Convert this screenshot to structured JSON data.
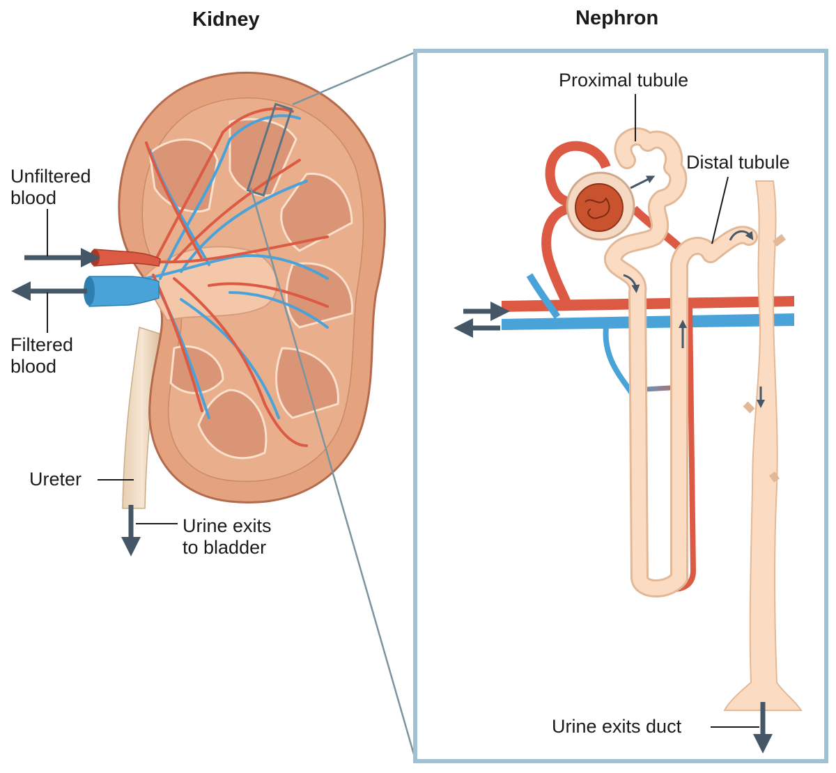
{
  "titles": {
    "left": "Kidney",
    "right": "Nephron"
  },
  "labels": {
    "unfiltered_blood": [
      "Unfiltered",
      "blood"
    ],
    "filtered_blood": [
      "Filtered",
      "blood"
    ],
    "ureter": "Ureter",
    "urine_exits_bladder": [
      "Urine exits",
      "to bladder"
    ],
    "proximal_tubule": "Proximal tubule",
    "distal_tubule": "Distal tubule",
    "urine_exits_duct": "Urine exits duct"
  },
  "colors": {
    "artery": "#dc5a44",
    "vein": "#4aa3d8",
    "kidney_tissue": "#e4a27e",
    "kidney_outline": "#b46a4c",
    "tubule": "#fbdcc3",
    "frame": "#9fc1d2",
    "arrow": "#455766"
  },
  "icons": {
    "flow_arrows": "arrow-icon"
  }
}
